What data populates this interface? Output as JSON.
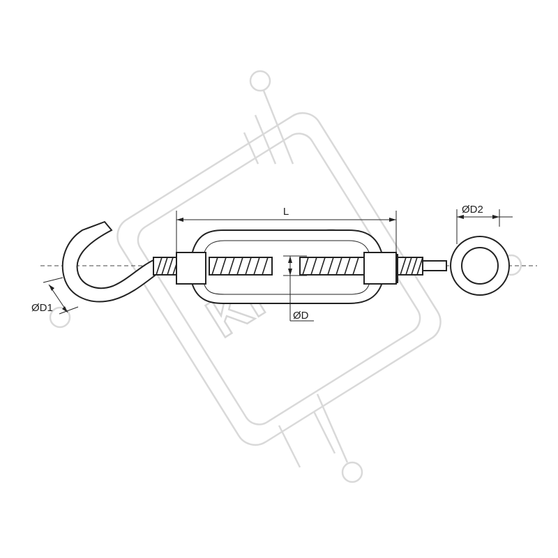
{
  "drawing": {
    "labels": {
      "length": "L",
      "body_diameter": "ØD",
      "hook_diameter": "ØD1",
      "eye_diameter": "ØD2"
    },
    "watermark": {
      "text": "KRUG"
    }
  }
}
